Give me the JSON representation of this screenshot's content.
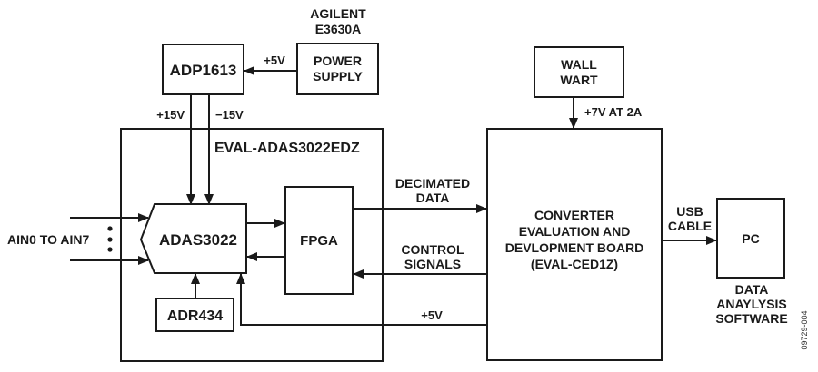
{
  "blocks": {
    "adp1613": {
      "label": "ADP1613"
    },
    "power_supply": {
      "label_lines": [
        "POWER",
        "SUPPLY"
      ],
      "caption_lines": [
        "AGILENT",
        "E3630A"
      ]
    },
    "eval_board": {
      "label": "EVAL-ADAS3022EDZ"
    },
    "adas3022": {
      "label": "ADAS3022"
    },
    "fpga": {
      "label": "FPGA"
    },
    "adr434": {
      "label": "ADR434"
    },
    "wall_wart": {
      "label_lines": [
        "WALL",
        "WART"
      ]
    },
    "ced_board": {
      "label_lines": [
        "CONVERTER",
        "EVALUATION AND",
        "DEVLOPMENT BOARD",
        "(EVAL-CED1Z)"
      ]
    },
    "pc": {
      "label": "PC",
      "caption_lines": [
        "DATA",
        "ANAYLYSIS",
        "SOFTWARE"
      ]
    }
  },
  "signals": {
    "ps_to_adp": "+5V",
    "plus15": "+15V",
    "minus15": "−15V",
    "inputs": "AIN0 TO AIN7",
    "wall_wart_out": "+7V AT 2A",
    "decimated_lines": [
      "DECIMATED",
      "DATA"
    ],
    "control_lines": [
      "CONTROL",
      "SIGNALS"
    ],
    "ced_5v": "+5V",
    "usb_lines": [
      "USB",
      "CABLE"
    ]
  },
  "figure_id": "09729-004"
}
